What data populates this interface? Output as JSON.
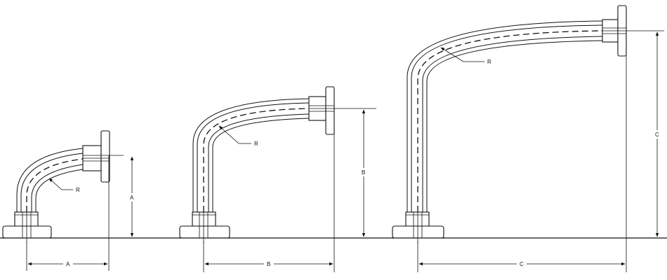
{
  "drawing": {
    "fixtures": [
      {
        "id": "a",
        "dimension_label": "A",
        "radius_label": "R"
      },
      {
        "id": "b",
        "dimension_label": "B",
        "radius_label": "R"
      },
      {
        "id": "c",
        "dimension_label": "C",
        "radius_label": "R"
      }
    ]
  }
}
